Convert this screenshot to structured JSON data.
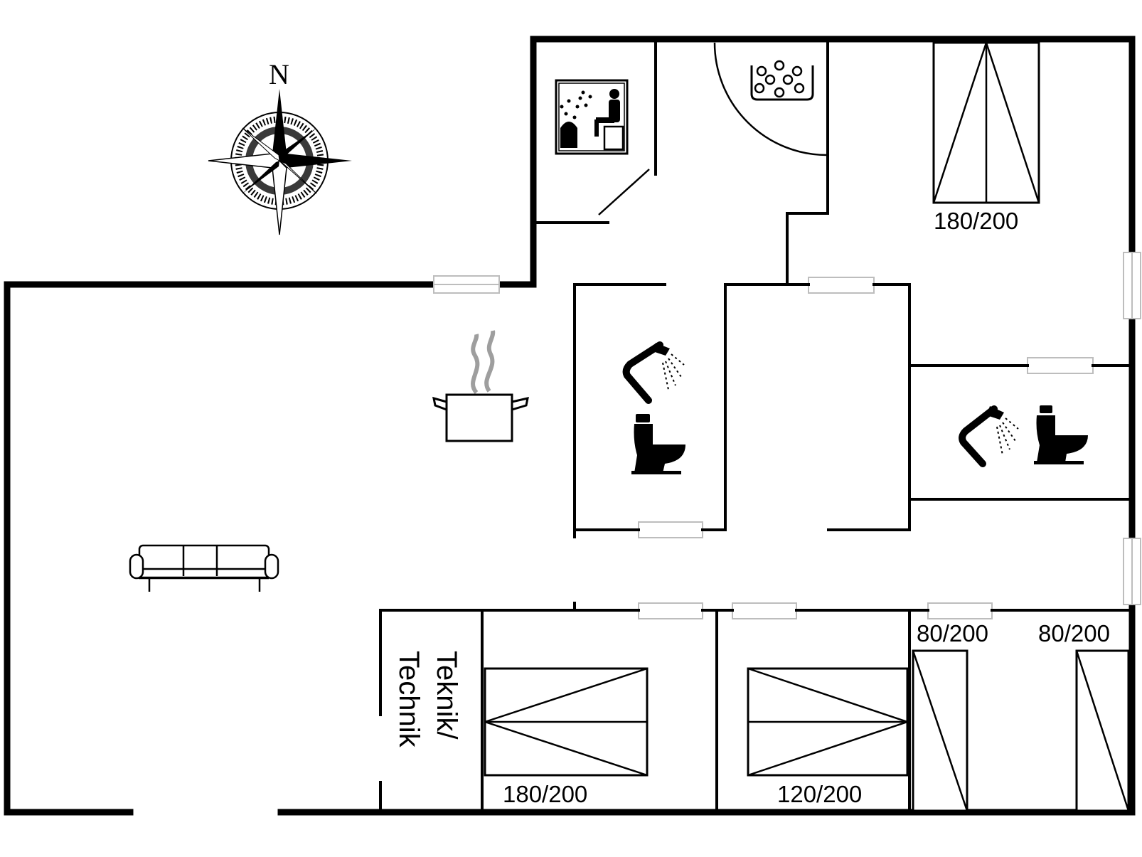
{
  "compass": {
    "north_label": "N"
  },
  "beds": [
    {
      "id": "top-right",
      "label": "180/200"
    },
    {
      "id": "bottom-a",
      "label": "180/200"
    },
    {
      "id": "bottom-b",
      "label": "120/200"
    },
    {
      "id": "single-a",
      "label": "80/200"
    },
    {
      "id": "single-b",
      "label": "80/200"
    }
  ],
  "technik": {
    "line1": "Teknik/",
    "line2": "Technik"
  },
  "icons": [
    "compass-rose-icon",
    "sauna-icon",
    "whirlpool-icon",
    "cooking-pot-icon",
    "sofa-icon",
    "shower-icon",
    "toilet-icon"
  ],
  "colors": {
    "wall": "#000000",
    "window": "#bdbdbd",
    "background": "#ffffff"
  }
}
